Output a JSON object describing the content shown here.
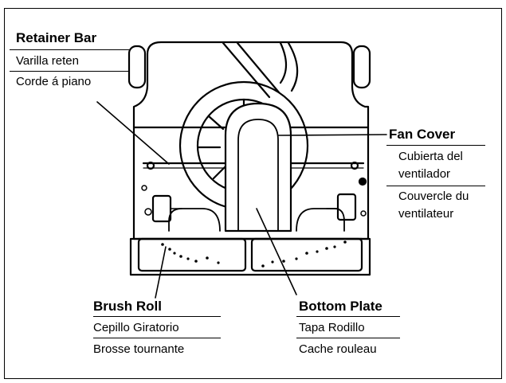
{
  "callouts": {
    "retainer_bar": {
      "title": "Retainer Bar",
      "spanish": "Varilla reten",
      "french": "Corde á piano"
    },
    "fan_cover": {
      "title": "Fan Cover",
      "spanish_line1": "Cubierta del",
      "spanish_line2": "ventilador",
      "french_line1": "Couvercle du",
      "french_line2": "ventilateur"
    },
    "brush_roll": {
      "title": "Brush Roll",
      "spanish": "Cepillo Giratorio",
      "french": "Brosse  tournante"
    },
    "bottom_plate": {
      "title": "Bottom Plate",
      "spanish": "Tapa Rodillo",
      "french": "Cache  rouleau"
    }
  }
}
